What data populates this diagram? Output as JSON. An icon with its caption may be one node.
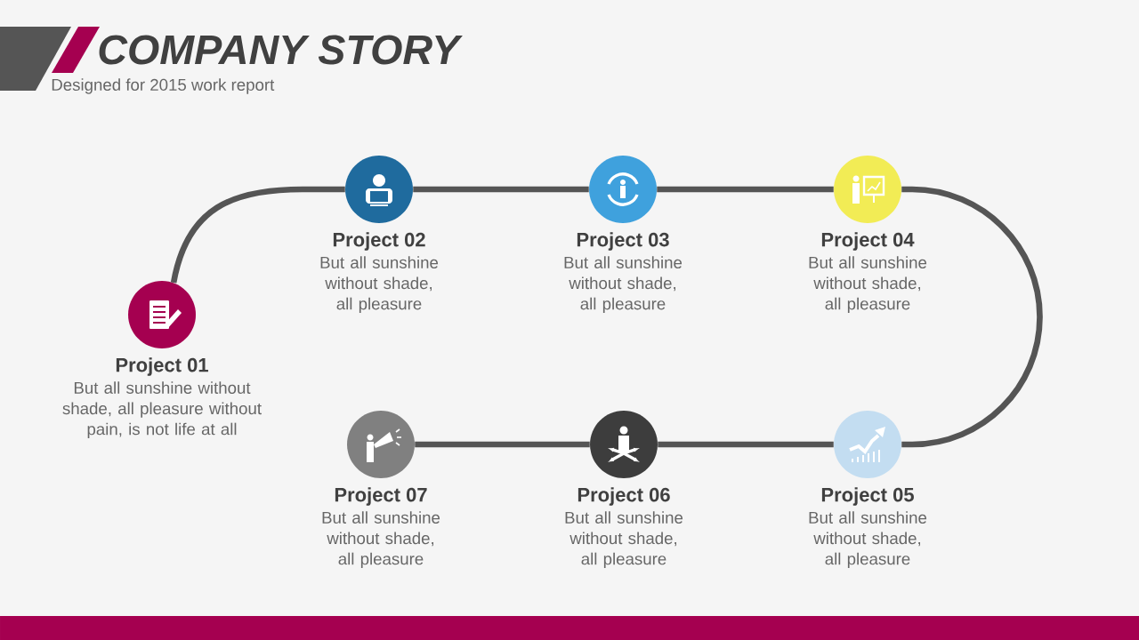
{
  "diagram": {
    "title": "COMPANY STORY",
    "nodes": [
      {
        "text": [
          "Project 01",
          "But all sunshine without shade, all pleasure without pain, is not life at all"
        ]
      },
      {
        "text": [
          "Project 02",
          "But all sunshine without shade, all pleasure"
        ]
      },
      {
        "text": [
          "Project 03",
          "But all sunshine without shade, all pleasure"
        ]
      },
      {
        "text": [
          "Project 04",
          "But all sunshine without shade, all pleasure"
        ]
      },
      {
        "text": [
          "Project 05",
          "But all sunshine without shade, all pleasure"
        ]
      },
      {
        "text": [
          "Project 06",
          "But all sunshine without shade, all pleasure"
        ]
      },
      {
        "text": [
          "Project 07",
          "But all sunshine without shade, all pleasure"
        ]
      }
    ],
    "edges": [
      {
        "from": 0,
        "to": 1,
        "arrow": "none"
      },
      {
        "from": 1,
        "to": 2,
        "arrow": "none"
      },
      {
        "from": 2,
        "to": 3,
        "arrow": "none"
      },
      {
        "from": 3,
        "to": 4,
        "arrow": "none"
      },
      {
        "from": 4,
        "to": 5,
        "arrow": "none"
      },
      {
        "from": 5,
        "to": 6,
        "arrow": "none"
      }
    ],
    "labels": [
      "Designed for 2015 work report"
    ]
  }
}
